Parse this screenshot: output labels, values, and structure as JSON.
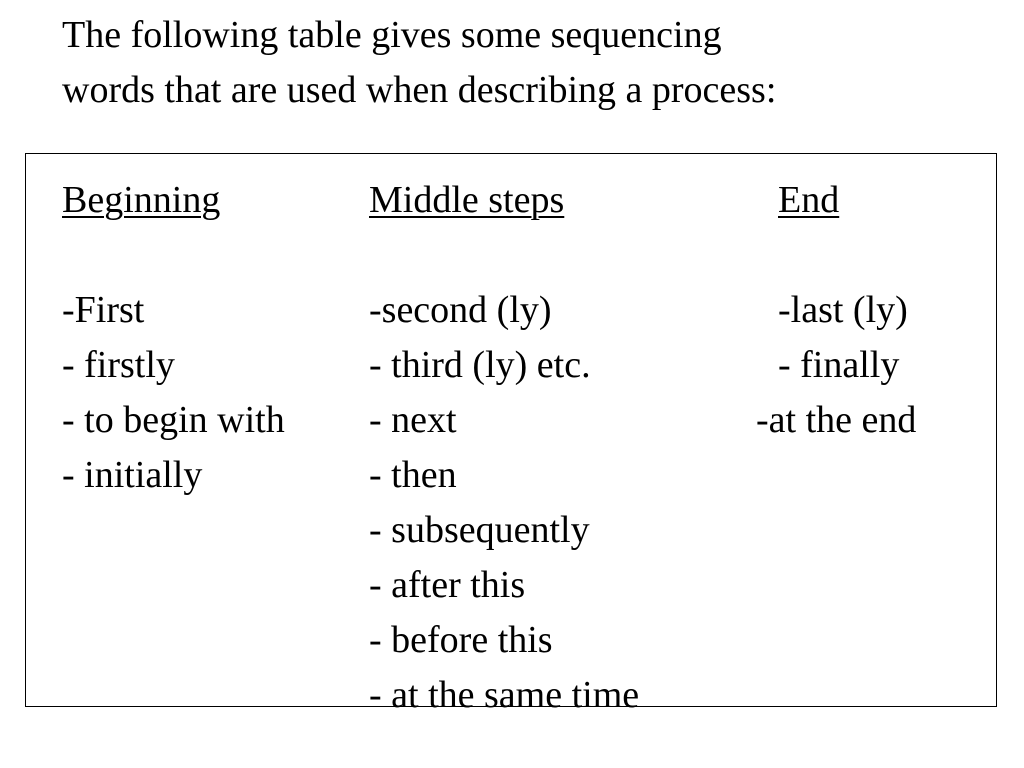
{
  "intro": {
    "line1": "The following table gives some sequencing",
    "line2": "words that are used when describing a process:"
  },
  "table": {
    "columns": [
      {
        "heading": "Beginning",
        "items": [
          "-First",
          "- firstly",
          "- to begin with",
          "- initially"
        ]
      },
      {
        "heading": "Middle steps",
        "items": [
          "-second (ly)",
          "- third (ly) etc.",
          "- next",
          "- then",
          "- subsequently",
          "- after this",
          "- before this",
          "- at the same time"
        ]
      },
      {
        "heading": "End",
        "items": [
          "-last (ly)",
          "- finally",
          "-at the end"
        ]
      }
    ]
  }
}
